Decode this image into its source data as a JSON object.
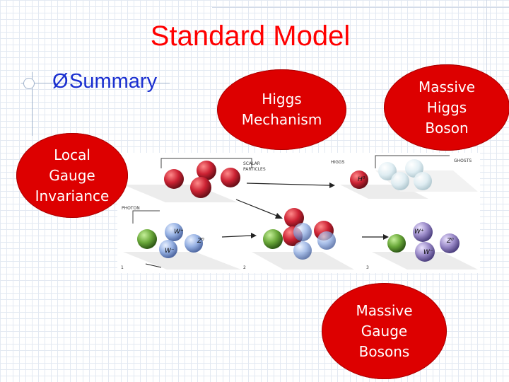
{
  "slide": {
    "title": "Standard Model",
    "bullet_symbol": "Ø",
    "bullet": "Summary"
  },
  "callouts": {
    "local_gauge": [
      "Local",
      "Gauge",
      "Invariance"
    ],
    "higgs_mechanism": [
      "Higgs",
      "Mechanism"
    ],
    "massive_higgs": [
      "Massive",
      "Higgs",
      "Boson"
    ],
    "massive_gauge": [
      "Massive",
      "Gauge",
      "Bosons"
    ]
  },
  "figure": {
    "scalar_particles": [
      "SCALAR",
      "PARTICLES"
    ],
    "higgs_label": "HIGGS",
    "ghosts_label": "GHOSTS",
    "photon_label": "PHOTON",
    "h0": "H⁰",
    "w_plus": "W⁺",
    "w_minus": "W⁻",
    "z0": "Z⁰",
    "panel_numbers": [
      "1",
      "2",
      "3"
    ]
  },
  "colors": {
    "title": "#ff0000",
    "bullet": "#1a2fd0",
    "callout": "#dd0000",
    "higgs_ball": "#cc2233",
    "photon_ball": "#6aa83a",
    "w_ball": "#8aa8e0",
    "massive_ball": "#9a8ac8"
  }
}
